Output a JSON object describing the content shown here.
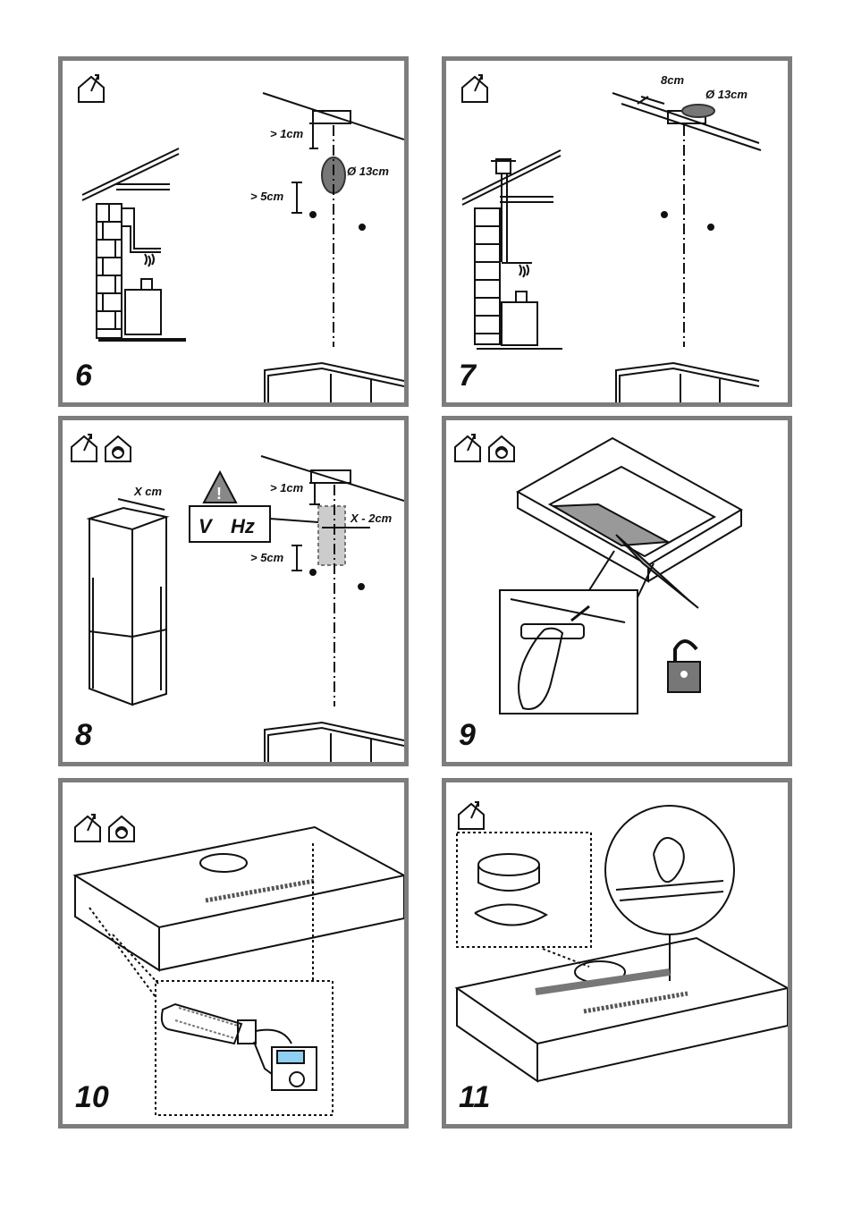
{
  "panels": [
    {
      "step": "6",
      "icons": [
        "duct-out-icon"
      ],
      "labels": {
        "gap_top": "> 1cm",
        "diameter": "Ø 13cm",
        "gap_side": "> 5cm"
      }
    },
    {
      "step": "7",
      "icons": [
        "duct-out-icon"
      ],
      "labels": {
        "offset": "8cm",
        "diameter": "Ø 13cm"
      }
    },
    {
      "step": "8",
      "icons": [
        "duct-out-icon",
        "recirculation-icon"
      ],
      "labels": {
        "width": "X cm",
        "gap_top": "> 1cm",
        "voltage": "V",
        "freq": "Hz",
        "offset": "X - 2cm",
        "gap_side": "> 5cm"
      }
    },
    {
      "step": "9",
      "icons": [
        "duct-out-icon",
        "recirculation-icon"
      ],
      "labels": {}
    },
    {
      "step": "10",
      "icons": [
        "duct-out-icon",
        "recirculation-icon"
      ],
      "labels": {}
    },
    {
      "step": "11",
      "icons": [
        "duct-out-icon"
      ],
      "labels": {}
    }
  ]
}
